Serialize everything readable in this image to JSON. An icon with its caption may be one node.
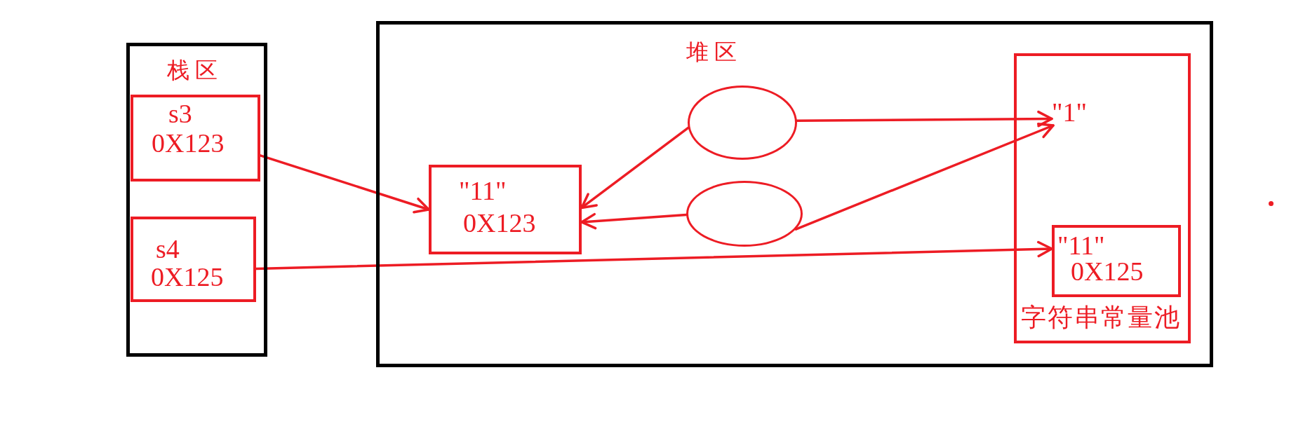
{
  "diagram": {
    "nodes": [
      {
        "text": [
          "栈区"
        ]
      },
      {
        "text": [
          "s3",
          "0X123"
        ],
        "in": 0
      },
      {
        "text": [
          "s4",
          "0X125"
        ],
        "in": 0
      },
      {
        "text": [
          "堆区"
        ]
      },
      {
        "text": [
          "\"11\"",
          "0X123"
        ],
        "in": 3
      },
      {
        "text": [],
        "shape": "ellipse",
        "in": 3
      },
      {
        "text": [],
        "shape": "ellipse",
        "in": 3
      },
      {
        "text": [
          "字符串常量池"
        ],
        "in": 3
      },
      {
        "text": [
          "\"1\""
        ],
        "in": 7
      },
      {
        "text": [
          "\"11\"",
          "0X125"
        ],
        "in": 7
      }
    ],
    "edges": [
      {
        "from": 1,
        "to": 4,
        "arrow": "to"
      },
      {
        "from": 2,
        "to": 9,
        "arrow": "to"
      },
      {
        "from": 5,
        "to": 4,
        "arrow": "to"
      },
      {
        "from": 6,
        "to": 4,
        "arrow": "to"
      },
      {
        "from": 5,
        "to": 8,
        "arrow": "to"
      },
      {
        "from": 6,
        "to": 8,
        "arrow": "to"
      }
    ]
  }
}
